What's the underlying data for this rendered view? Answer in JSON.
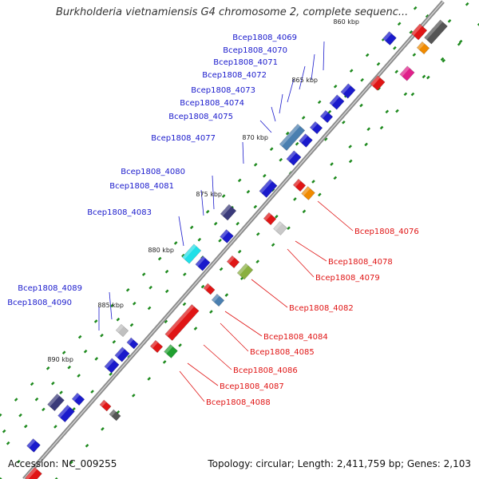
{
  "title": "Burkholderia vietnamiensis G4 chromosome 2, complete sequenc...",
  "footer": {
    "accession": "Accession: NC_009255",
    "topology": "Topology: circular; Length: 2,411,759 bp; Genes: 2,103"
  },
  "ticks": [
    "860 kbp",
    "865 kbp",
    "870 kbp",
    "875 kbp",
    "880 kbp",
    "885 kbp",
    "890 kbp"
  ],
  "forward_labels": [
    "Bcep1808_4069",
    "Bcep1808_4070",
    "Bcep1808_4071",
    "Bcep1808_4072",
    "Bcep1808_4073",
    "Bcep1808_4074",
    "Bcep1808_4075",
    "Bcep1808_4077",
    "Bcep1808_4080",
    "Bcep1808_4081",
    "Bcep1808_4083",
    "Bcep1808_4089",
    "Bcep1808_4090"
  ],
  "reverse_labels": [
    "Bcep1808_4076",
    "Bcep1808_4078",
    "Bcep1808_4079",
    "Bcep1808_4082",
    "Bcep1808_4084",
    "Bcep1808_4085",
    "Bcep1808_4086",
    "Bcep1808_4087",
    "Bcep1808_4088"
  ],
  "colors": {
    "forward": "#1a1acc",
    "reverse": "#e01515",
    "backbone": "#777777",
    "dots": "#1e8a1e"
  }
}
